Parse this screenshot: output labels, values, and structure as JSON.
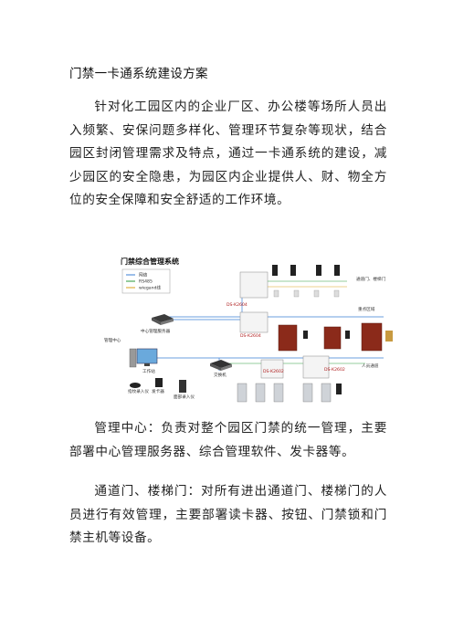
{
  "document": {
    "title": "门禁一卡通系统建设方案",
    "paragraph1": "针对化工园区内的企业厂区、办公楼等场所人员出入频繁、安保问题多样化、管理环节复杂等现状，结合园区封闭管理需求及特点，通过一卡通系统的建设，减少园区的安全隐患，为园区内企业提供人、财、物全方位的安全保障和安全舒适的工作环境。",
    "paragraph2": "管理中心：负责对整个园区门禁的统一管理，主要部署中心管理服务器、综合管理软件、发卡器等。",
    "paragraph3": "通道门、楼梯门：对所有进出通道门、楼梯门的人员进行有效管理，主要部署读卡器、按钮、门禁锁和门禁主机等设备。"
  },
  "diagram": {
    "title": "门禁综合管理系统",
    "legend": [
      "网络",
      "RS485",
      "wiegand线"
    ],
    "legend_colors": [
      "#3a7fd5",
      "#2a9a3a",
      "#d9a21b"
    ],
    "controllers": [
      "DS-K2604",
      "DS-K2604",
      "DS-K2602",
      "DS-K2602"
    ],
    "labels": {
      "server": "中心管理服务器",
      "management_center": "管理中心",
      "workstation": "工作站",
      "switch": "交换机",
      "card_issuer": "发卡器",
      "fingerprint_enroll": "指纹录入仪",
      "face_enroll": "面部录入仪",
      "doors_stairs": "通道门、楼梯门",
      "key_area": "重点区域",
      "personnel_passage": "人员通道"
    }
  }
}
